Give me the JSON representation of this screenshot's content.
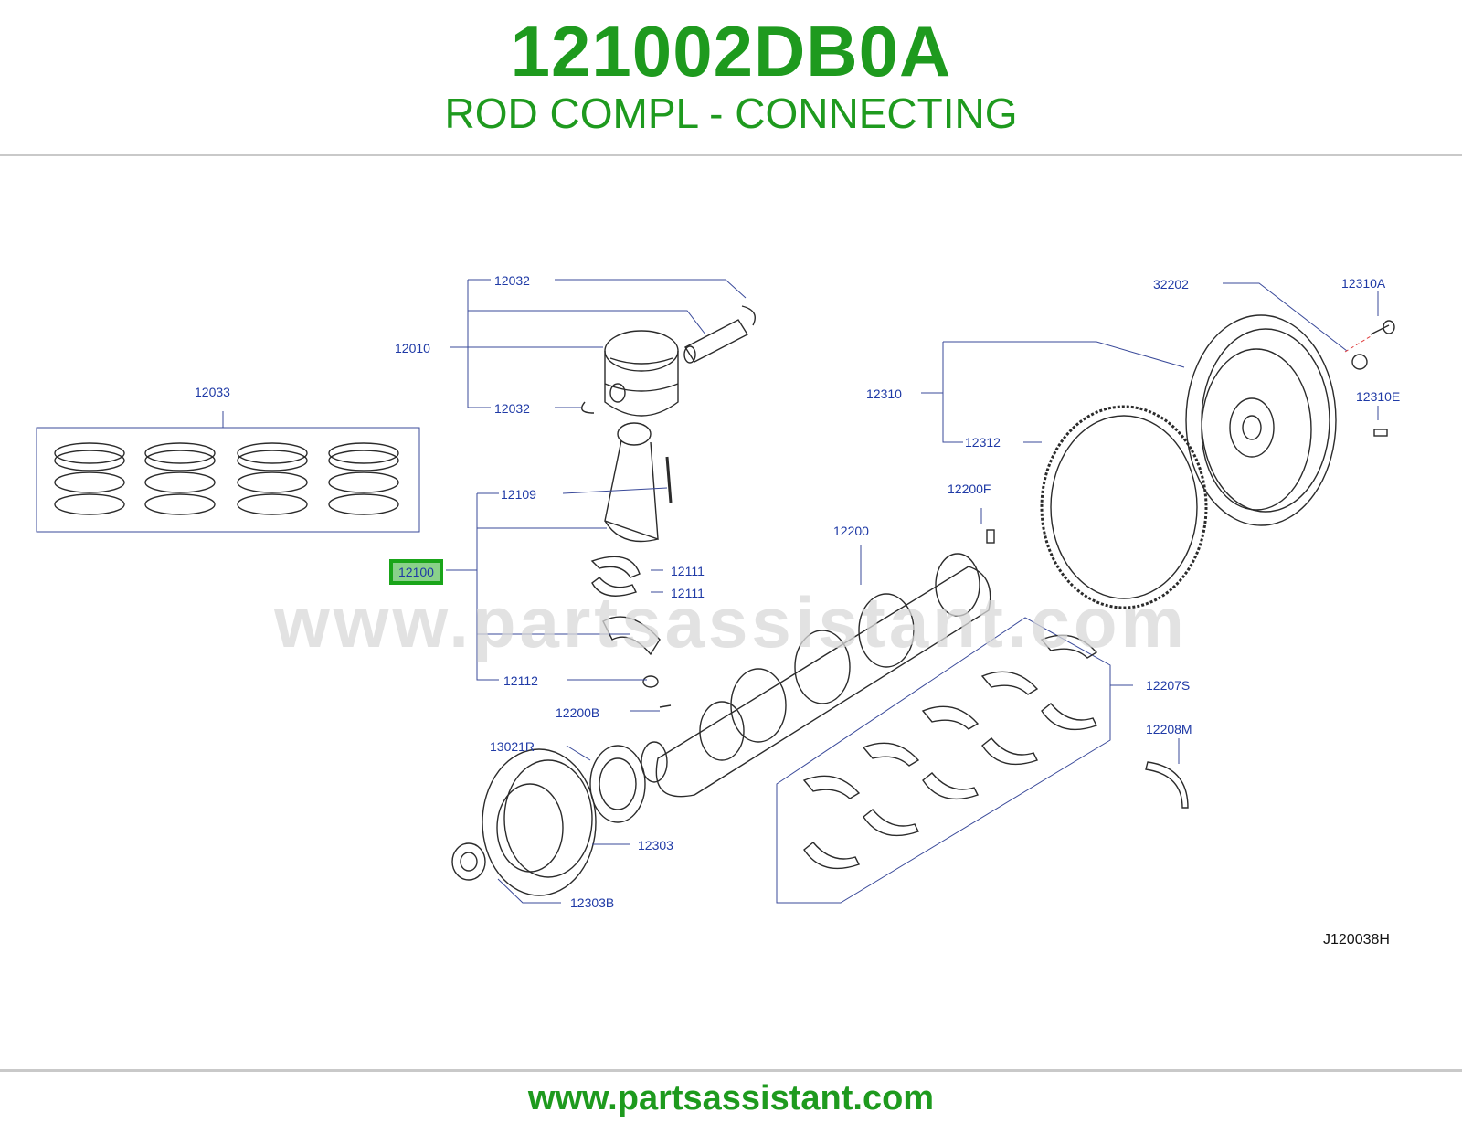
{
  "header": {
    "part_number": "121002DB0A",
    "part_name": "ROD COMPL - CONNECTING"
  },
  "diagram": {
    "watermark": "www.partsassistant.com",
    "code": "J120038H",
    "selected_part": "12100",
    "callouts": {
      "c12032a": "12032",
      "c12010": "12010",
      "c12032b": "12032",
      "c12033": "12033",
      "c12109": "12109",
      "c12100": "12100",
      "c12111a": "12111",
      "c12111b": "12111",
      "c12112": "12112",
      "c12200b": "12200B",
      "c13021r": "13021R",
      "c12303": "12303",
      "c12303b": "12303B",
      "c12200": "12200",
      "c12200f": "12200F",
      "c12207s": "12207S",
      "c12208m": "12208M",
      "c32202": "32202",
      "c12310a": "12310A",
      "c12310": "12310",
      "c12310e": "12310E",
      "c12312": "12312"
    }
  },
  "footer": {
    "url": "www.partsassistant.com"
  },
  "colors": {
    "brand_green": "#1e9a1e",
    "callout_blue": "#1f3aa6",
    "highlight_green": "#8ad18a"
  }
}
